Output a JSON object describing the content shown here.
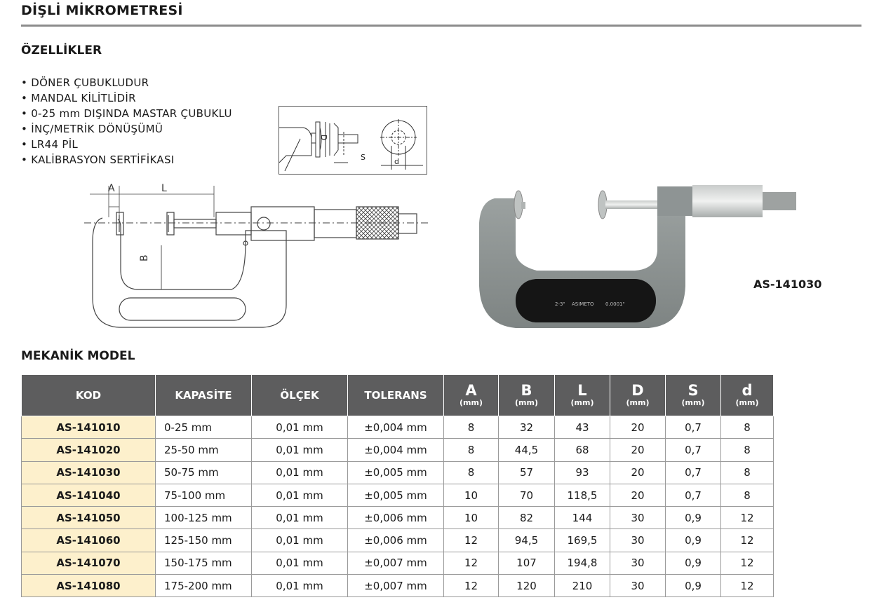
{
  "page": {
    "title": "DİŞLİ MİKROMETRESİ",
    "features_heading": "ÖZELLİKLER",
    "features": [
      "DÖNER ÇUBUKLUDUR",
      "MANDAL KİLİTLİDİR",
      "0-25 mm DIŞINDA MASTAR ÇUBUKLU",
      "İNÇ/METRİK DÖNÜŞÜMÜ",
      "LR44 PİL",
      "KALİBRASYON SERTİFİKASI"
    ],
    "photo_model_code": "AS-141030",
    "table_heading": "MEKANİK MODEL"
  },
  "diagrams": {
    "detail_labels": {
      "D": "D",
      "S": "S",
      "d": "d"
    },
    "drawing_labels": {
      "A": "A",
      "L": "L",
      "B": "B"
    },
    "photo_frame_text": {
      "range": "2-3\"",
      "brand": "ASIMETO",
      "resolution": "0.0001\""
    }
  },
  "table": {
    "headers": {
      "kod": "KOD",
      "kapasite": "KAPASİTE",
      "olcek": "ÖLÇEK",
      "tolerans": "TOLERANS",
      "a": "A",
      "b": "B",
      "l": "L",
      "d_big": "D",
      "s": "S",
      "d_small": "d",
      "unit": "(mm)"
    },
    "rows": [
      {
        "kod": "AS-141010",
        "kapasite": "0-25 mm",
        "olcek": "0,01 mm",
        "tolerans": "±0,004 mm",
        "a": "8",
        "b": "32",
        "l": "43",
        "d_big": "20",
        "s": "0,7",
        "d_small": "8"
      },
      {
        "kod": "AS-141020",
        "kapasite": "25-50 mm",
        "olcek": "0,01 mm",
        "tolerans": "±0,004 mm",
        "a": "8",
        "b": "44,5",
        "l": "68",
        "d_big": "20",
        "s": "0,7",
        "d_small": "8"
      },
      {
        "kod": "AS-141030",
        "kapasite": "50-75 mm",
        "olcek": "0,01 mm",
        "tolerans": "±0,005 mm",
        "a": "8",
        "b": "57",
        "l": "93",
        "d_big": "20",
        "s": "0,7",
        "d_small": "8"
      },
      {
        "kod": "AS-141040",
        "kapasite": "75-100 mm",
        "olcek": "0,01 mm",
        "tolerans": "±0,005 mm",
        "a": "10",
        "b": "70",
        "l": "118,5",
        "d_big": "20",
        "s": "0,7",
        "d_small": "8"
      },
      {
        "kod": "AS-141050",
        "kapasite": "100-125 mm",
        "olcek": "0,01 mm",
        "tolerans": "±0,006 mm",
        "a": "10",
        "b": "82",
        "l": "144",
        "d_big": "30",
        "s": "0,9",
        "d_small": "12"
      },
      {
        "kod": "AS-141060",
        "kapasite": "125-150 mm",
        "olcek": "0,01 mm",
        "tolerans": "±0,006 mm",
        "a": "12",
        "b": "94,5",
        "l": "169,5",
        "d_big": "30",
        "s": "0,9",
        "d_small": "12"
      },
      {
        "kod": "AS-141070",
        "kapasite": "150-175 mm",
        "olcek": "0,01 mm",
        "tolerans": "±0,007 mm",
        "a": "12",
        "b": "107",
        "l": "194,8",
        "d_big": "30",
        "s": "0,9",
        "d_small": "12"
      },
      {
        "kod": "AS-141080",
        "kapasite": "175-200 mm",
        "olcek": "0,01 mm",
        "tolerans": "±0,007 mm",
        "a": "12",
        "b": "120",
        "l": "210",
        "d_big": "30",
        "s": "0,9",
        "d_small": "12"
      }
    ]
  },
  "colors": {
    "header_bg": "#5d5d5e",
    "kod_cell_bg": "#fdf0cc",
    "frame_gray": "#8e9494",
    "plate_black": "#151515"
  }
}
